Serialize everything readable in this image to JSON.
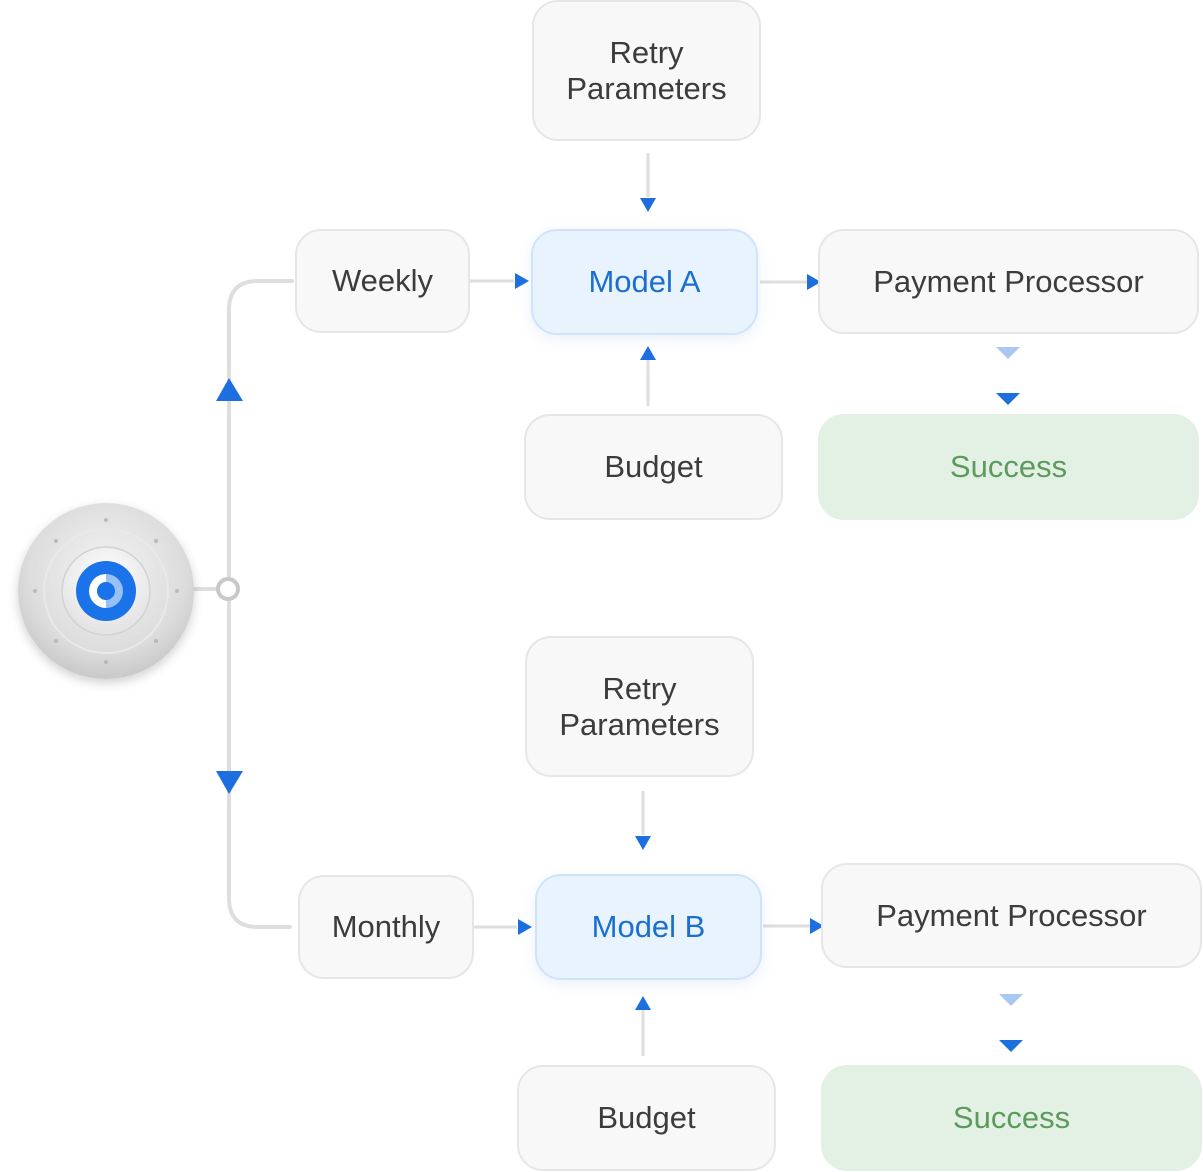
{
  "colors": {
    "line": "#dedede",
    "arrow": "#1d6fe0",
    "arrow_light": "#a9c9f2",
    "model_text": "#1a6fd0",
    "success_text": "#5d9a5d"
  },
  "logo": {
    "icon": "sync-circle-icon"
  },
  "branches": [
    {
      "frequency": "Weekly",
      "retry": "Retry\nParameters",
      "model": "Model A",
      "budget": "Budget",
      "processor": "Payment Processor",
      "result": "Success"
    },
    {
      "frequency": "Monthly",
      "retry": "Retry\nParameters",
      "model": "Model B",
      "budget": "Budget",
      "processor": "Payment Processor",
      "result": "Success"
    }
  ]
}
